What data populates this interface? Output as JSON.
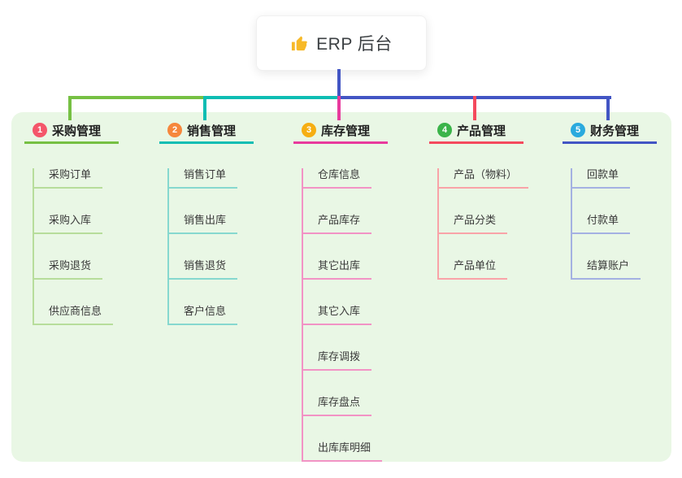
{
  "root": {
    "label": "ERP 后台",
    "icon": "thumbs-up-icon",
    "icon_color": "#f7b928",
    "connector_color": "#4255c4"
  },
  "panel_color": "#e9f7e5",
  "branches": [
    {
      "index": "1",
      "label": "采购管理",
      "badge_color": "#f4566a",
      "line_color": "#76c043",
      "child_line_color": "#b7dd9b",
      "children": [
        "采购订单",
        "采购入库",
        "采购退货",
        "供应商信息"
      ]
    },
    {
      "index": "2",
      "label": "销售管理",
      "badge_color": "#f6873c",
      "line_color": "#0dbdb3",
      "child_line_color": "#86d8cf",
      "children": [
        "销售订单",
        "销售出库",
        "销售退货",
        "客户信息"
      ]
    },
    {
      "index": "3",
      "label": "库存管理",
      "badge_color": "#f6ae13",
      "line_color": "#e83a9d",
      "child_line_color": "#f293c5",
      "children": [
        "仓库信息",
        "产品库存",
        "其它出库",
        "其它入库",
        "库存调拨",
        "库存盘点",
        "出库库明细"
      ]
    },
    {
      "index": "4",
      "label": "产品管理",
      "badge_color": "#3bb44a",
      "line_color": "#f4495d",
      "child_line_color": "#f9a3a8",
      "children": [
        "产品（物料）",
        "产品分类",
        "产品单位"
      ]
    },
    {
      "index": "5",
      "label": "财务管理",
      "badge_color": "#2aaade",
      "line_color": "#4255c4",
      "child_line_color": "#a4b1e2",
      "children": [
        "回款单",
        "付款单",
        "结算账户"
      ]
    }
  ]
}
